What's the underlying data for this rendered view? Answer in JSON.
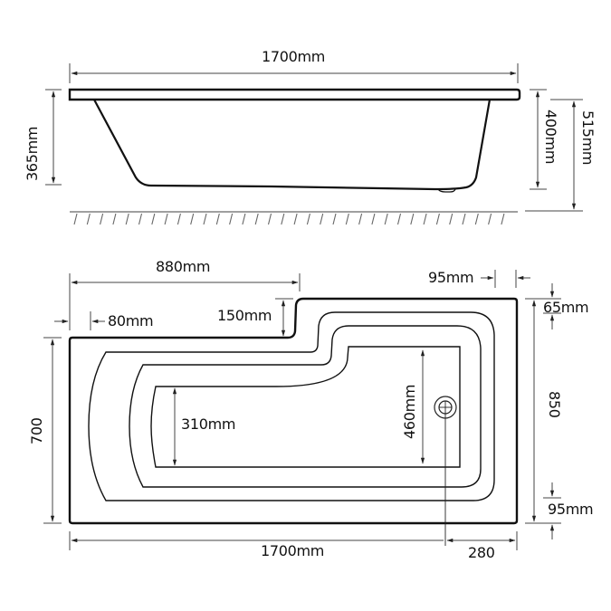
{
  "title": "L-shaped shower bath technical dimension drawing",
  "colors": {
    "line": "#111111",
    "dim_line": "#333333",
    "background": "#ffffff"
  },
  "side_view": {
    "overall_length": "1700mm",
    "depth_left": "365mm",
    "depth_right_inner": "400mm",
    "overall_height": "515mm",
    "floor_hatch": "floor-hatching"
  },
  "plan_view": {
    "top_width_narrow_section": "880mm",
    "rim_end_left": "80mm",
    "step_depth": "150mm",
    "rim_right": "95mm",
    "rim_top": "65mm",
    "basin_width_narrow": "310mm",
    "basin_width_wide": "460mm",
    "width_narrow": "700",
    "width_wide": "850",
    "rim_bottom": "95mm",
    "overall_length": "1700mm",
    "waste_offset": "280",
    "waste_icon": "drain-waste-icon"
  }
}
